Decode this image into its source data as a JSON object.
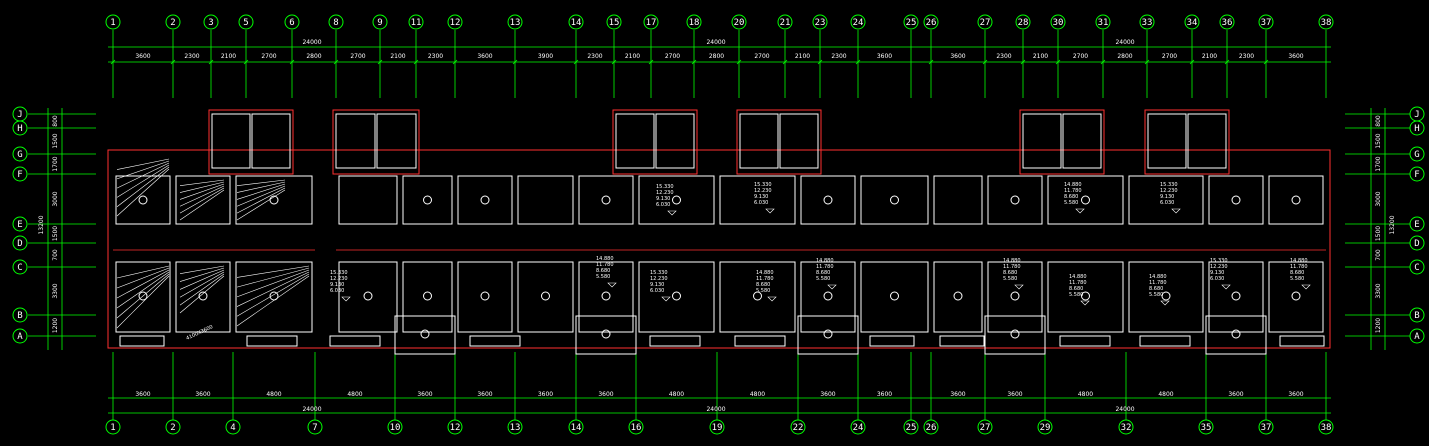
{
  "colors": {
    "background": "#000000",
    "axis_green": "#00ff00",
    "wall_red": "#ff3030",
    "line_white": "#ffffff"
  },
  "top_axes": [
    "1",
    "2",
    "3",
    "5",
    "6",
    "8",
    "9",
    "11",
    "12",
    "13",
    "14",
    "15",
    "17",
    "18",
    "20",
    "21",
    "23",
    "24",
    "25",
    "26",
    "27",
    "28",
    "30",
    "31",
    "33",
    "34",
    "36",
    "37",
    "38"
  ],
  "top_dims": [
    "3600",
    "2300",
    "2100",
    "2700",
    "2800",
    "2700",
    "2100",
    "2300",
    "3600",
    "3900",
    "2300",
    "2100",
    "2700",
    "2800",
    "2700",
    "2100",
    "2300",
    "3600",
    "3600",
    "2300",
    "2100",
    "2700",
    "2800",
    "2700",
    "2100",
    "2300",
    "3600"
  ],
  "bottom_axes": [
    "1",
    "2",
    "4",
    "7",
    "10",
    "12",
    "13",
    "14",
    "16",
    "19",
    "22",
    "24",
    "25",
    "26",
    "27",
    "29",
    "32",
    "35",
    "37",
    "38"
  ],
  "bottom_dims": [
    "3600",
    "3600",
    "4800",
    "4800",
    "3600",
    "3600",
    "3600",
    "3600",
    "4800",
    "4800",
    "3600",
    "3600",
    "3600",
    "3600",
    "4800",
    "4800",
    "3600",
    "3600"
  ],
  "totals": [
    "24000",
    "24000",
    "24000"
  ],
  "row_axes": [
    "J",
    "H",
    "G",
    "F",
    "E",
    "D",
    "C",
    "B",
    "A"
  ],
  "side_dims": [
    "800",
    "1500",
    "1700",
    "3000",
    "1500",
    "700",
    "3300",
    "1200"
  ],
  "side_total": "13200",
  "room_labels": [
    [
      "15.330",
      "12.230",
      "9.130",
      "6.030"
    ],
    [
      "15.330",
      "12.230",
      "9.130",
      "6.030"
    ],
    [
      "14.880",
      "11.780",
      "8.680",
      "5.580"
    ],
    [
      "15.330",
      "12.230",
      "9.130",
      "6.030"
    ],
    [
      "14.880",
      "11.780",
      "8.680",
      "5.580"
    ],
    [
      "15.330",
      "12.230",
      "9.130",
      "6.030"
    ],
    [
      "14.880",
      "11.780",
      "8.680",
      "5.580"
    ],
    [
      "14.880",
      "11.780",
      "8.680",
      "5.580"
    ],
    [
      "15.330",
      "12.230",
      "9.130",
      "6.030"
    ],
    [
      "14.880",
      "11.780",
      "8.680",
      "5.580"
    ],
    [
      "14.880",
      "11.780",
      "8.680",
      "5.580"
    ],
    [
      "14.880",
      "11.780",
      "8.680",
      "5.580"
    ],
    [
      "15.330",
      "12.230",
      "9.130",
      "6.030"
    ],
    [
      "14.880",
      "11.780",
      "8.680",
      "5.580"
    ]
  ],
  "slab_note": "4100X3600"
}
